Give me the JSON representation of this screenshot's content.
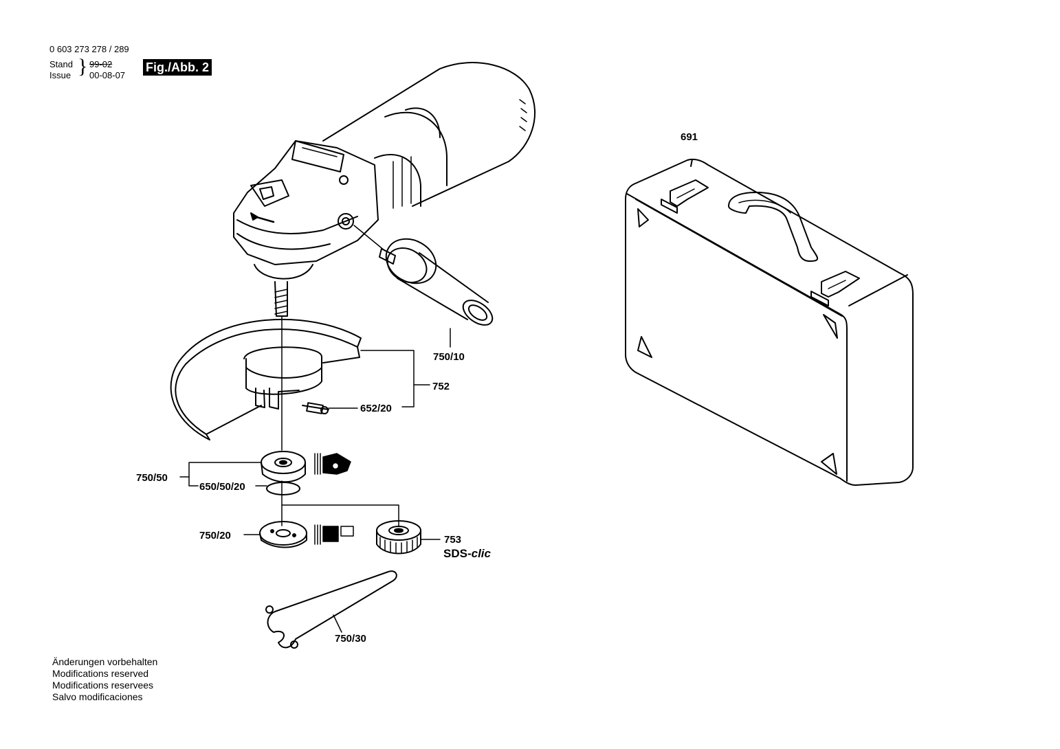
{
  "header": {
    "doc_number": "0 603 273 278 / 289",
    "stand_label": "Stand",
    "issue_label": "Issue",
    "stand_value": "99-02",
    "issue_value": "00-08-07",
    "figure_tag": "Fig./Abb. 2"
  },
  "parts": {
    "case": "691",
    "aux_handle": "750/10",
    "guard": "752",
    "clamp_screw": "652/20",
    "flange": "750/50",
    "o_ring": "650/50/20",
    "mounting_flange": "750/20",
    "quick_nut": "753",
    "quick_nut_system": "SDS-",
    "quick_nut_system_italic": "clic",
    "spanner": "750/30"
  },
  "notes": [
    "Änderungen vorbehalten",
    "Modifications reserved",
    "Modifications reservees",
    "Salvo modificaciones"
  ]
}
